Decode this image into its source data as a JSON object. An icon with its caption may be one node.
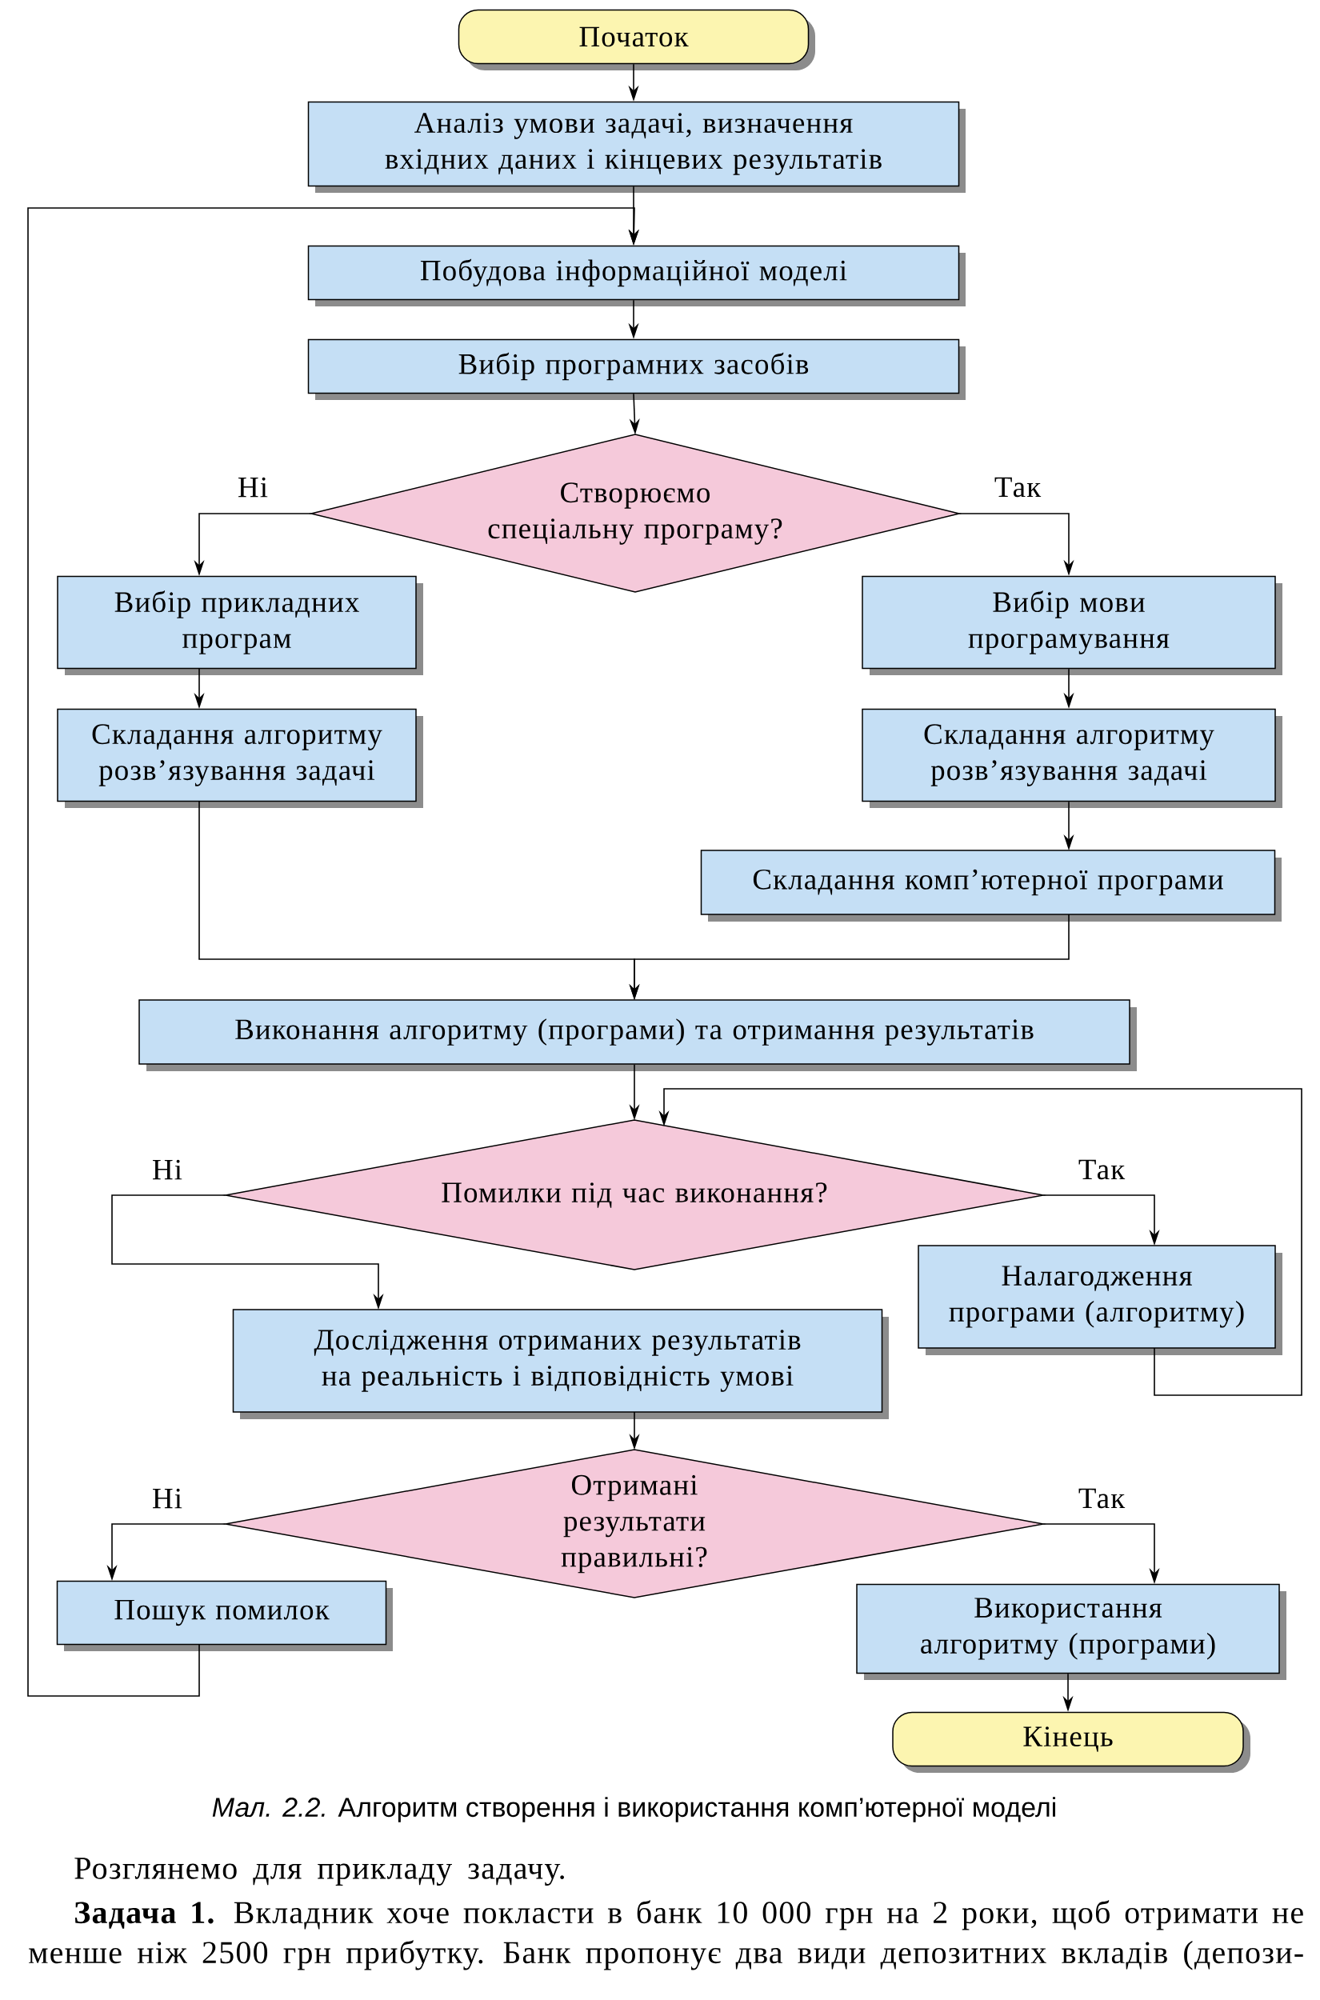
{
  "diagram": {
    "caption": "*Мал. 2.2.* Алгоритм створення і використання комп’ютерної моделі",
    "nodes": [
      {
        "text": [
          "Початок"
        ]
      },
      {
        "text": [
          "Аналіз умови задачі, визначення вхідних даних і кінцевих результатів"
        ]
      },
      {
        "text": [
          "Побудова інформаційної моделі"
        ]
      },
      {
        "text": [
          "Вибір програмних засобів"
        ]
      },
      {
        "text": [
          "Створюємо спеціальну програму?"
        ]
      },
      {
        "text": [
          "Вибір прикладних програм"
        ]
      },
      {
        "text": [
          "Складання алгоритму розв’язування задачі"
        ]
      },
      {
        "text": [
          "Вибір мови програмування"
        ]
      },
      {
        "text": [
          "Складання алгоритму розв’язування задачі"
        ]
      },
      {
        "text": [
          "Складання комп’ютерної програми"
        ]
      },
      {
        "text": [
          "Виконання алгоритму (програми) та отримання результатів"
        ]
      },
      {
        "text": [
          "Помилки під час виконання?"
        ]
      },
      {
        "text": [
          "Налагодження програми (алгоритму)"
        ]
      },
      {
        "text": [
          "Дослідження отриманих результатів на реальність і відповідність умові"
        ]
      },
      {
        "text": [
          "Отримані результати правильні?"
        ]
      },
      {
        "text": [
          "Пошук помилок"
        ]
      },
      {
        "text": [
          "Використання алгоритму (програми)"
        ]
      },
      {
        "text": [
          "Кінець"
        ]
      }
    ],
    "edges": [
      {
        "from": 0,
        "to": 1,
        "arrow": "to"
      },
      {
        "from": 1,
        "to": 2,
        "arrow": "to"
      },
      {
        "from": 2,
        "to": 3,
        "arrow": "to"
      },
      {
        "from": 3,
        "to": 4,
        "arrow": "to"
      },
      {
        "from": 4,
        "to": 5,
        "arrow": "to",
        "label": "Ні"
      },
      {
        "from": 4,
        "to": 7,
        "arrow": "to",
        "label": "Так"
      },
      {
        "from": 5,
        "to": 6,
        "arrow": "to"
      },
      {
        "from": 7,
        "to": 8,
        "arrow": "to"
      },
      {
        "from": 8,
        "to": 9,
        "arrow": "to"
      },
      {
        "from": 6,
        "to": 10,
        "arrow": "to"
      },
      {
        "from": 9,
        "to": 10,
        "arrow": "to"
      },
      {
        "from": 10,
        "to": 11,
        "arrow": "to"
      },
      {
        "from": 11,
        "to": 12,
        "arrow": "to",
        "label": "Так"
      },
      {
        "from": 11,
        "to": 13,
        "arrow": "to",
        "label": "Ні"
      },
      {
        "from": 12,
        "to": 11,
        "arrow": "to"
      },
      {
        "from": 13,
        "to": 14,
        "arrow": "to"
      },
      {
        "from": 14,
        "to": 15,
        "arrow": "to",
        "label": "Ні"
      },
      {
        "from": 14,
        "to": 16,
        "arrow": "to",
        "label": "Так"
      },
      {
        "from": 16,
        "to": 17,
        "arrow": "to"
      },
      {
        "from": 15,
        "to": 2,
        "arrow": "to"
      }
    ],
    "labels": [
      "Розглянемо для прикладу задачу.",
      "**Задача 1.** Вкладник хоче покласти в банк 10 000 грн на 2 роки, щоб отримати не менше ніж 2500 грн прибутку. Банк пропонує два види депозитних вкладів (депози-"
    ]
  }
}
